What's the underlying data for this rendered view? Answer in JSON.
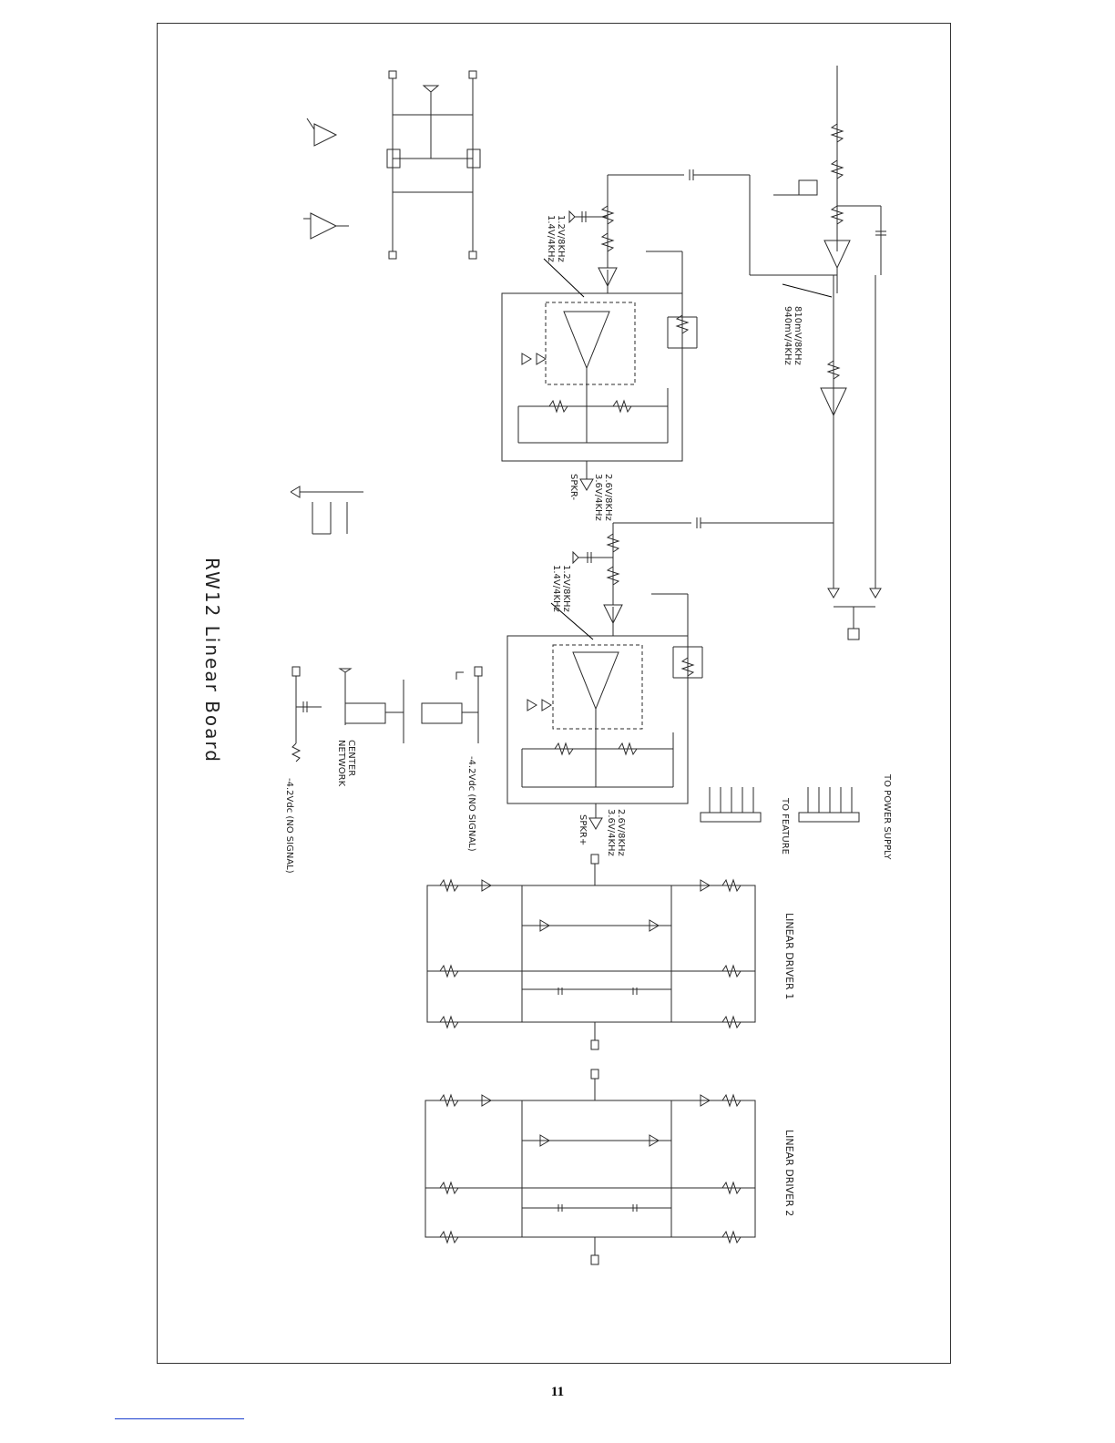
{
  "document": {
    "title": "RW12 Linear Board",
    "page_number": "11"
  },
  "annotations": {
    "cd_minus_bias": "-4.2Vdc (NO SIGNAL)",
    "cd_plus_bias": "-4.2Vdc (NO SIGNAL)",
    "center_network": "CENTER\nNETWORK",
    "spkr_minus": "SPKR-",
    "spkr_plus": "SPKR+",
    "spkr_minus_levels": "2.6V/8KHz\n3.6V/4KHz",
    "spkr_plus_levels": "2.6V/8KHz\n3.6V/4KHz",
    "drive_upper": "1.2V/8KHz\n1.4V/4KHz",
    "drive_lower": "1.2V/8KHz\n1.4V/4KHz",
    "detector_level": "810mV/8KHz\n940mV/4KHz",
    "to_feature": "TO FEATURE",
    "to_power_supply": "TO POWER SUPPLY",
    "linear_driver_1": "LINEAR DRIVER 1",
    "linear_driver_2": "LINEAR DRIVER 2"
  },
  "colors": {
    "ink": "#2a2a2a",
    "footer_rule": "#1a3fcf"
  }
}
